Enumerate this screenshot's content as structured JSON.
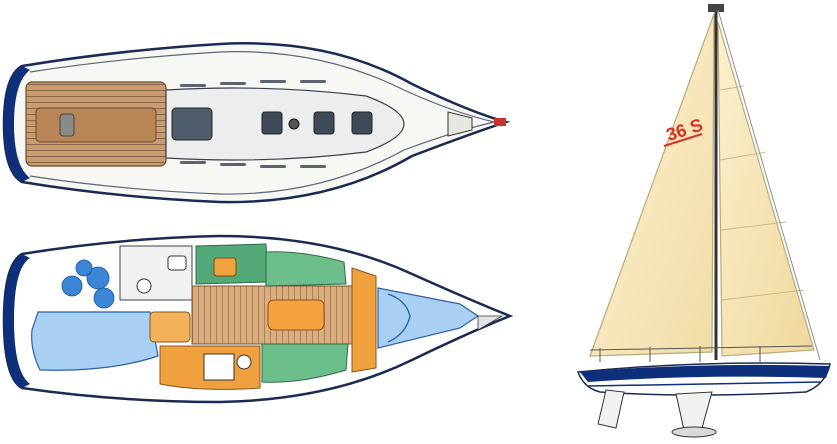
{
  "drawing": {
    "sail_label": "36 S",
    "views": [
      "deck-plan",
      "interior-layout",
      "sail-profile"
    ]
  },
  "colors": {
    "hull_navy": "#0e2f7c",
    "hull_outline": "#1a2a55",
    "teak_deck": "#c89a6e",
    "cushion_blue": "#8fc3f0",
    "cushion_blue_dark": "#3c86d8",
    "galley_green": "#4fa474",
    "woodwork_orange": "#f0a03c",
    "sail_cream": "#f6e6b4",
    "sail_label_red": "#d83224"
  }
}
